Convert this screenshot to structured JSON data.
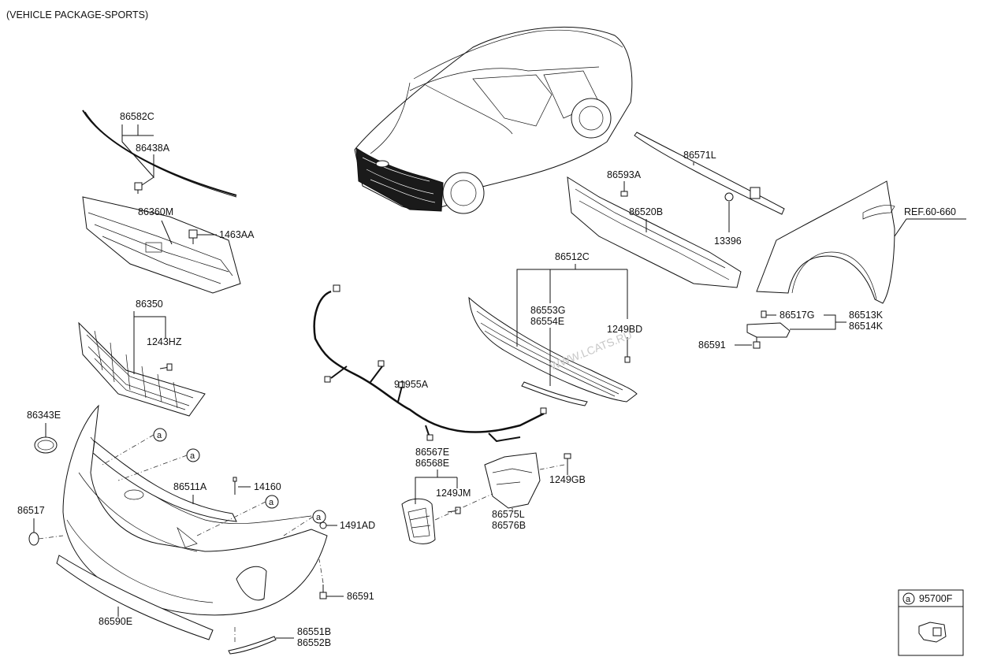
{
  "title": "(VEHICLE PACKAGE-SPORTS)",
  "labels": {
    "p86582C": "86582C",
    "p86438A": "86438A",
    "p86360M": "86360M",
    "p1463AA": "1463AA",
    "p86350": "86350",
    "p1243HZ": "1243HZ",
    "p86343E": "86343E",
    "p86511A": "86511A",
    "p14160": "14160",
    "p86517": "86517",
    "p1491AD": "1491AD",
    "p86591a": "86591",
    "p86590E": "86590E",
    "p86551B": "86551B",
    "p86552B": "86552B",
    "p91955A": "91955A",
    "p86567E": "86567E",
    "p86568E": "86568E",
    "p1249JM": "1249JM",
    "p86575L": "86575L",
    "p86576B": "86576B",
    "p1249GB": "1249GB",
    "p86512C": "86512C",
    "p86553G": "86553G",
    "p86554E": "86554E",
    "p1249BD": "1249BD",
    "p86593A": "86593A",
    "p86520B": "86520B",
    "p13396": "13396",
    "p86571L": "86571L",
    "ref": "REF.60-660",
    "p86517G": "86517G",
    "p86513K": "86513K",
    "p86514K": "86514K",
    "p86591b": "86591"
  },
  "callout": {
    "letter": "a",
    "part": "95700F"
  },
  "watermark": "WWW.LCATS.RU"
}
